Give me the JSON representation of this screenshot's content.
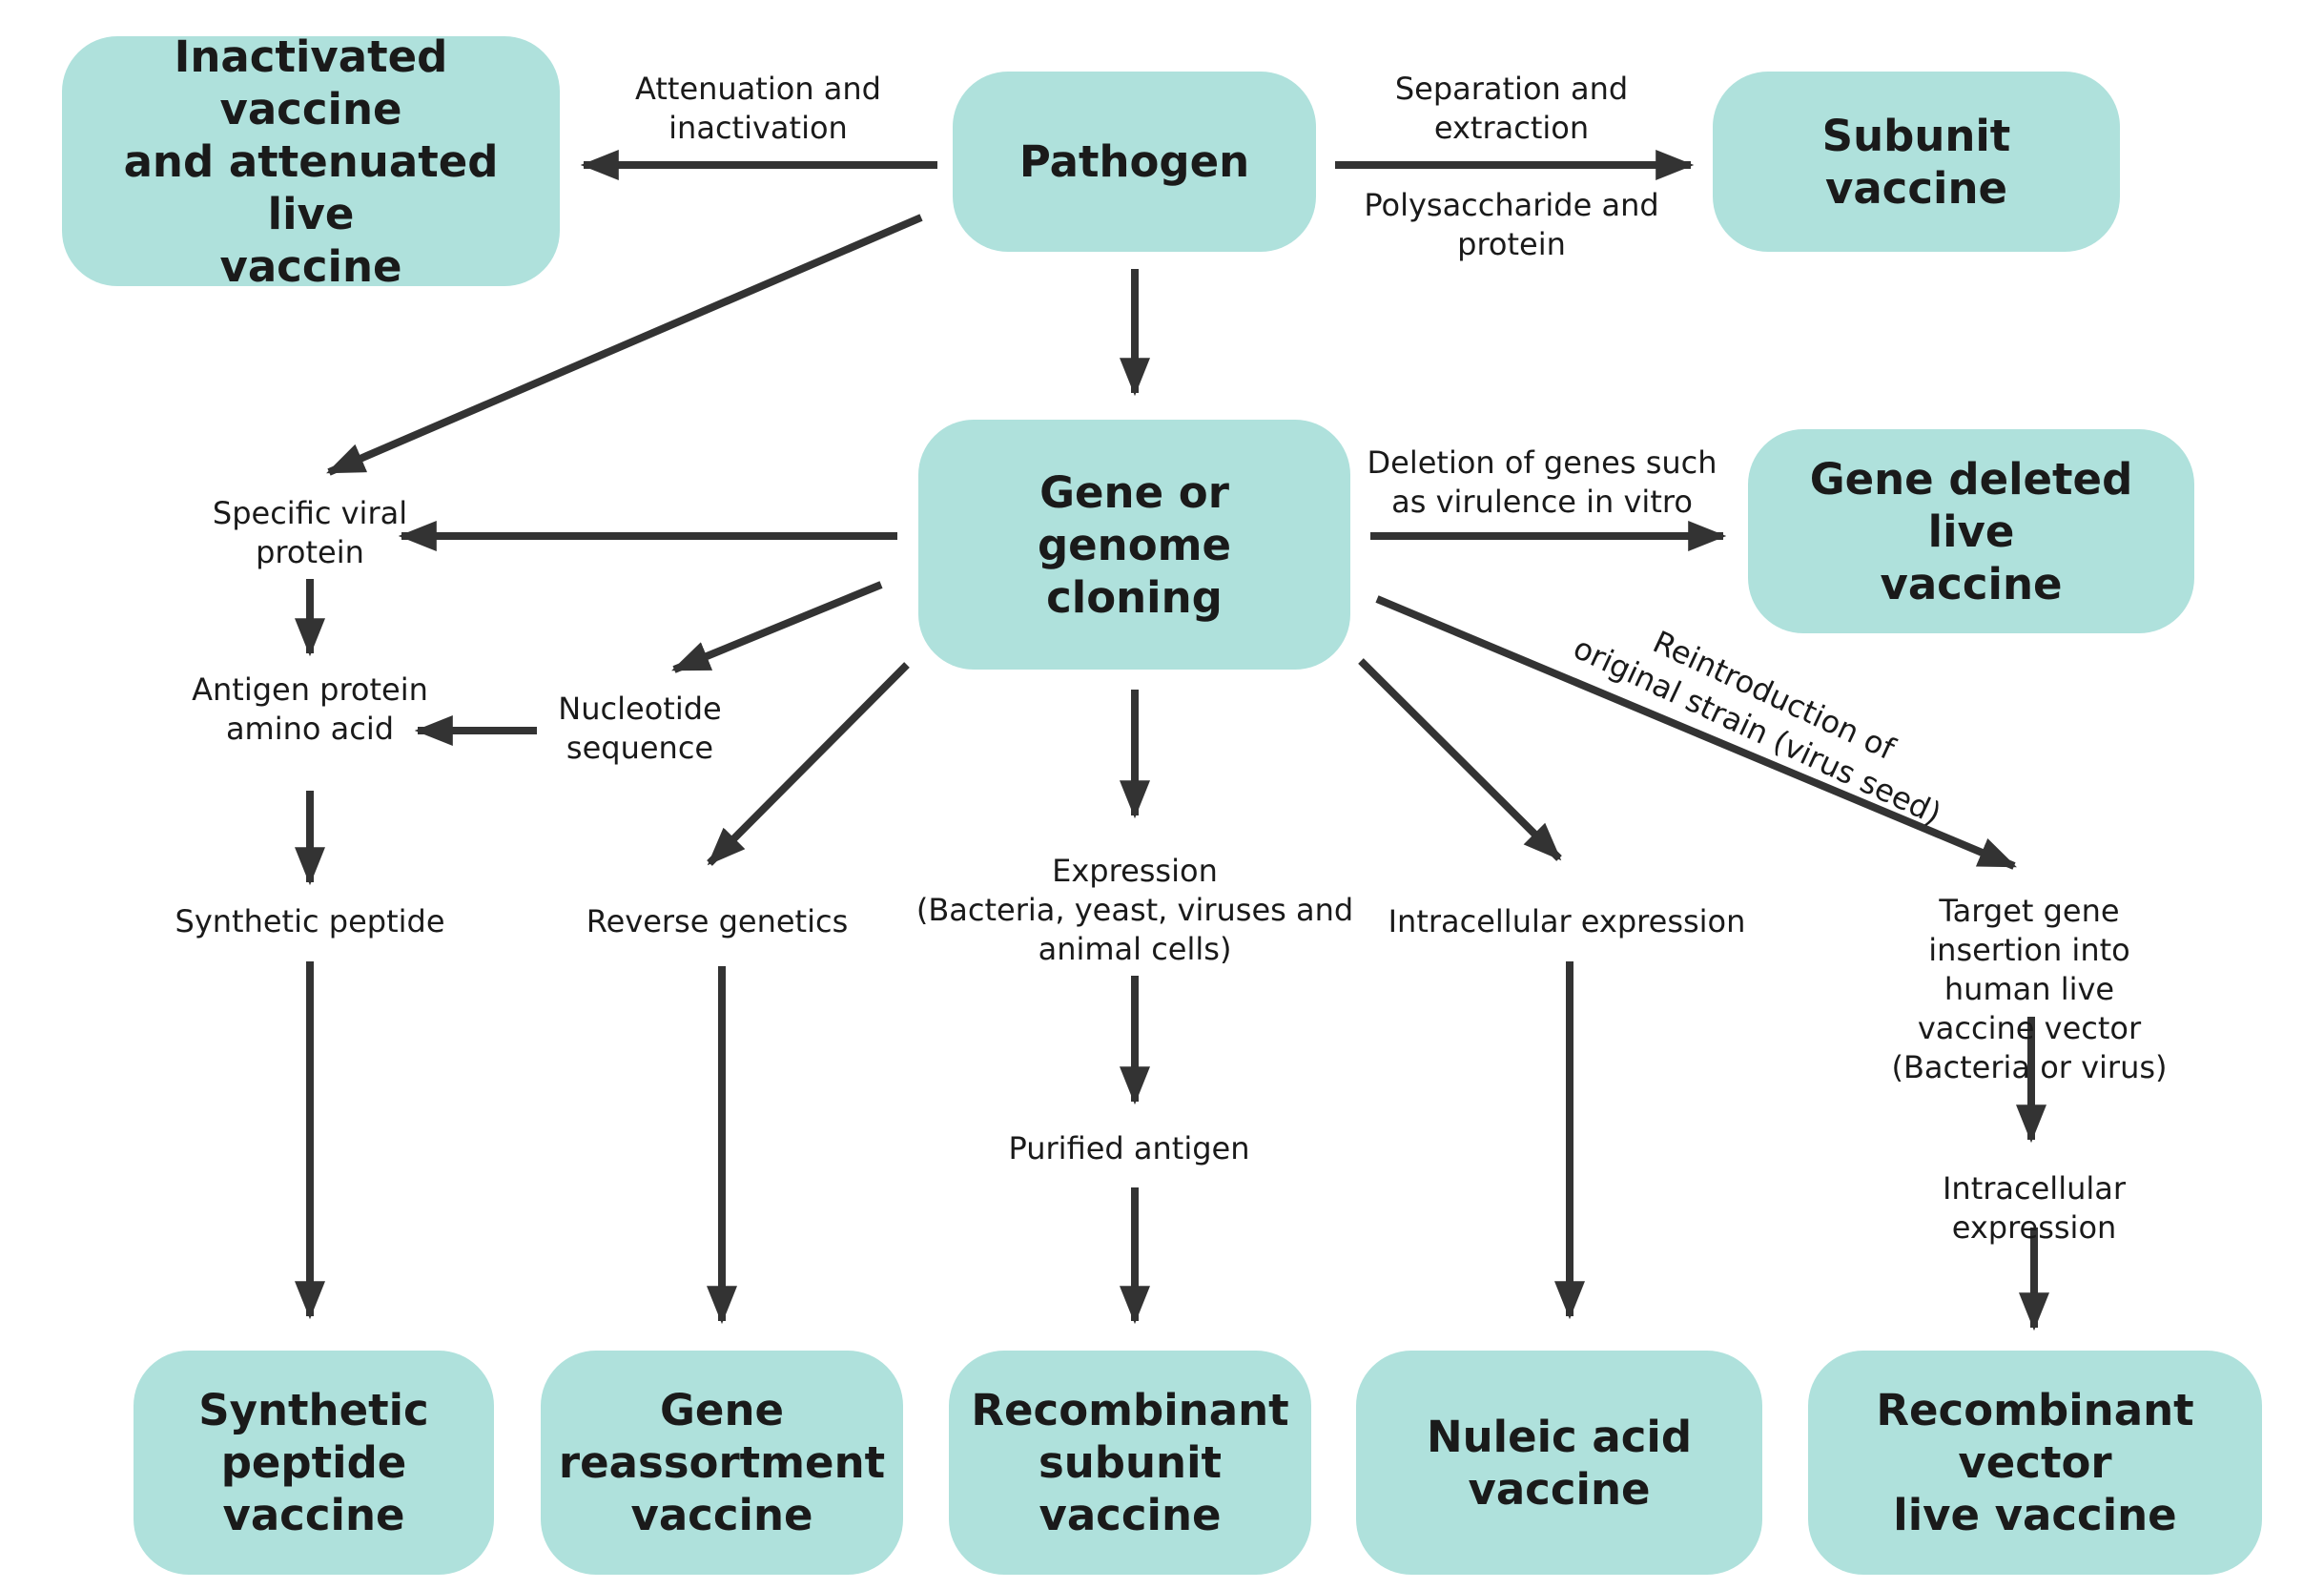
{
  "boxes": {
    "inactivated": "Inactivated vaccine\nand attenuated live\nvaccine",
    "pathogen": "Pathogen",
    "subunit": "Subunit vaccine",
    "gene_cloning": "Gene or genome\ncloning",
    "gene_deleted": "Gene deleted live\nvaccine",
    "synthetic_peptide_vaccine": "Synthetic\npeptide\nvaccine",
    "gene_reassortment": "Gene\nreassortment\nvaccine",
    "recombinant_subunit": "Recombinant\nsubunit vaccine",
    "nucleic_acid": "Nuleic acid\nvaccine",
    "recombinant_vector": "Recombinant vector\nlive vaccine"
  },
  "labels": {
    "attenuation": "Attenuation and\ninactivation",
    "separation": "Separation and\nextraction",
    "polysaccharide": "Polysaccharide and\nprotein",
    "specific_viral": "Specific viral\nprotein",
    "antigen_protein": "Antigen protein\namino acid",
    "nucleotide": "Nucleotide\nsequence",
    "synthetic_peptide": "Synthetic peptide",
    "reverse_genetics": "Reverse genetics",
    "expression": "Expression\n(Bacteria, yeast, viruses and\nanimal cells)",
    "purified_antigen": "Purified antigen",
    "intracellular_1": "Intracellular expression",
    "deletion": "Deletion of genes such\nas virulence in vitro",
    "reintroduction": "Reintroduction of\noriginal strain (virus seed)",
    "target_gene": "Target gene insertion into\nhuman live vaccine vector\n(Bacteria or virus)",
    "intracellular_2": "Intracellular expression"
  },
  "colors": {
    "box_fill": "#afe1dc",
    "arrow": "#333333",
    "text": "#1a1a1a"
  }
}
